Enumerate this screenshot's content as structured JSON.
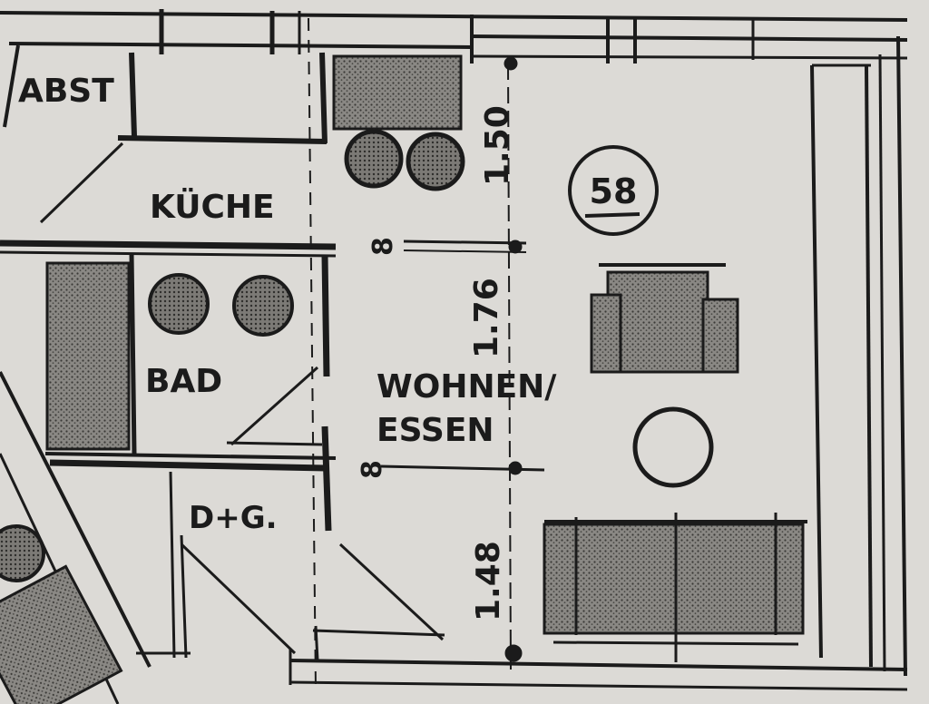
{
  "rooms": {
    "abst": "ABST",
    "kueche": "KÜCHE",
    "bad": "BAD",
    "dg": "D+G.",
    "wohnen_line1": "WOHNEN/",
    "wohnen_line2": "ESSEN"
  },
  "unit_number": "58",
  "dimensions": {
    "upper_width": "1.50",
    "middle_height": "1.76",
    "lower_height": "1.48",
    "marker_top": "8",
    "marker_mid": "8"
  },
  "colors": {
    "paper": "#dcdad6",
    "ink": "#1b1b1b",
    "hatch": "#6f6d6a"
  }
}
